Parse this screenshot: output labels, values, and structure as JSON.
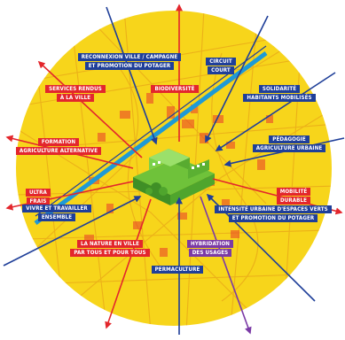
{
  "colors": {
    "yellow": "#f7d51b",
    "red": "#e3262c",
    "blue": "#1f3f99",
    "purple": "#7b3aa6",
    "green": "#5bb032",
    "cyan": "#1e9ad6"
  },
  "labels": {
    "reconnexion_1": "RECONNEXION VILLE / CAMPAGNE",
    "reconnexion_2": "ET PROMOTION DU POTAGER",
    "circuit_1": "CIRCUIT",
    "circuit_2": "COURT",
    "services_1": "SERVICES RENDUS",
    "services_2": "À LA VILLE",
    "biodiversite": "BIODIVERSITÉ",
    "solidarite_1": "SOLIDARITÉ",
    "solidarite_2": "HABITANTS MOBILISÉS",
    "formation_1": "FORMATION",
    "formation_2": "AGRICULTURE ALTERNATIVE",
    "pedagogie_1": "PÉDAGOGIE",
    "pedagogie_2": "AGRICULTURE URBAINE",
    "ultra_1": "ULTRA",
    "ultra_2": "FRAIS",
    "mobilite_1": "MOBILITÉ",
    "mobilite_2": "DURABLE",
    "vivre_1": "VIVRE ET TRAVAILLER",
    "vivre_2": "ENSEMBLE",
    "intensite_1": "INTENSITÉ URBAINE D'ESPACES VERTS",
    "intensite_2": "ET PROMOTION DU POTAGER",
    "nature_1": "LA NATURE EN VILLE",
    "nature_2": "PAR TOUS ET POUR TOUS",
    "hybridation_1": "HYBRIDATION",
    "hybridation_2": "DES USAGES",
    "permaculture": "PERMACULTURE"
  }
}
